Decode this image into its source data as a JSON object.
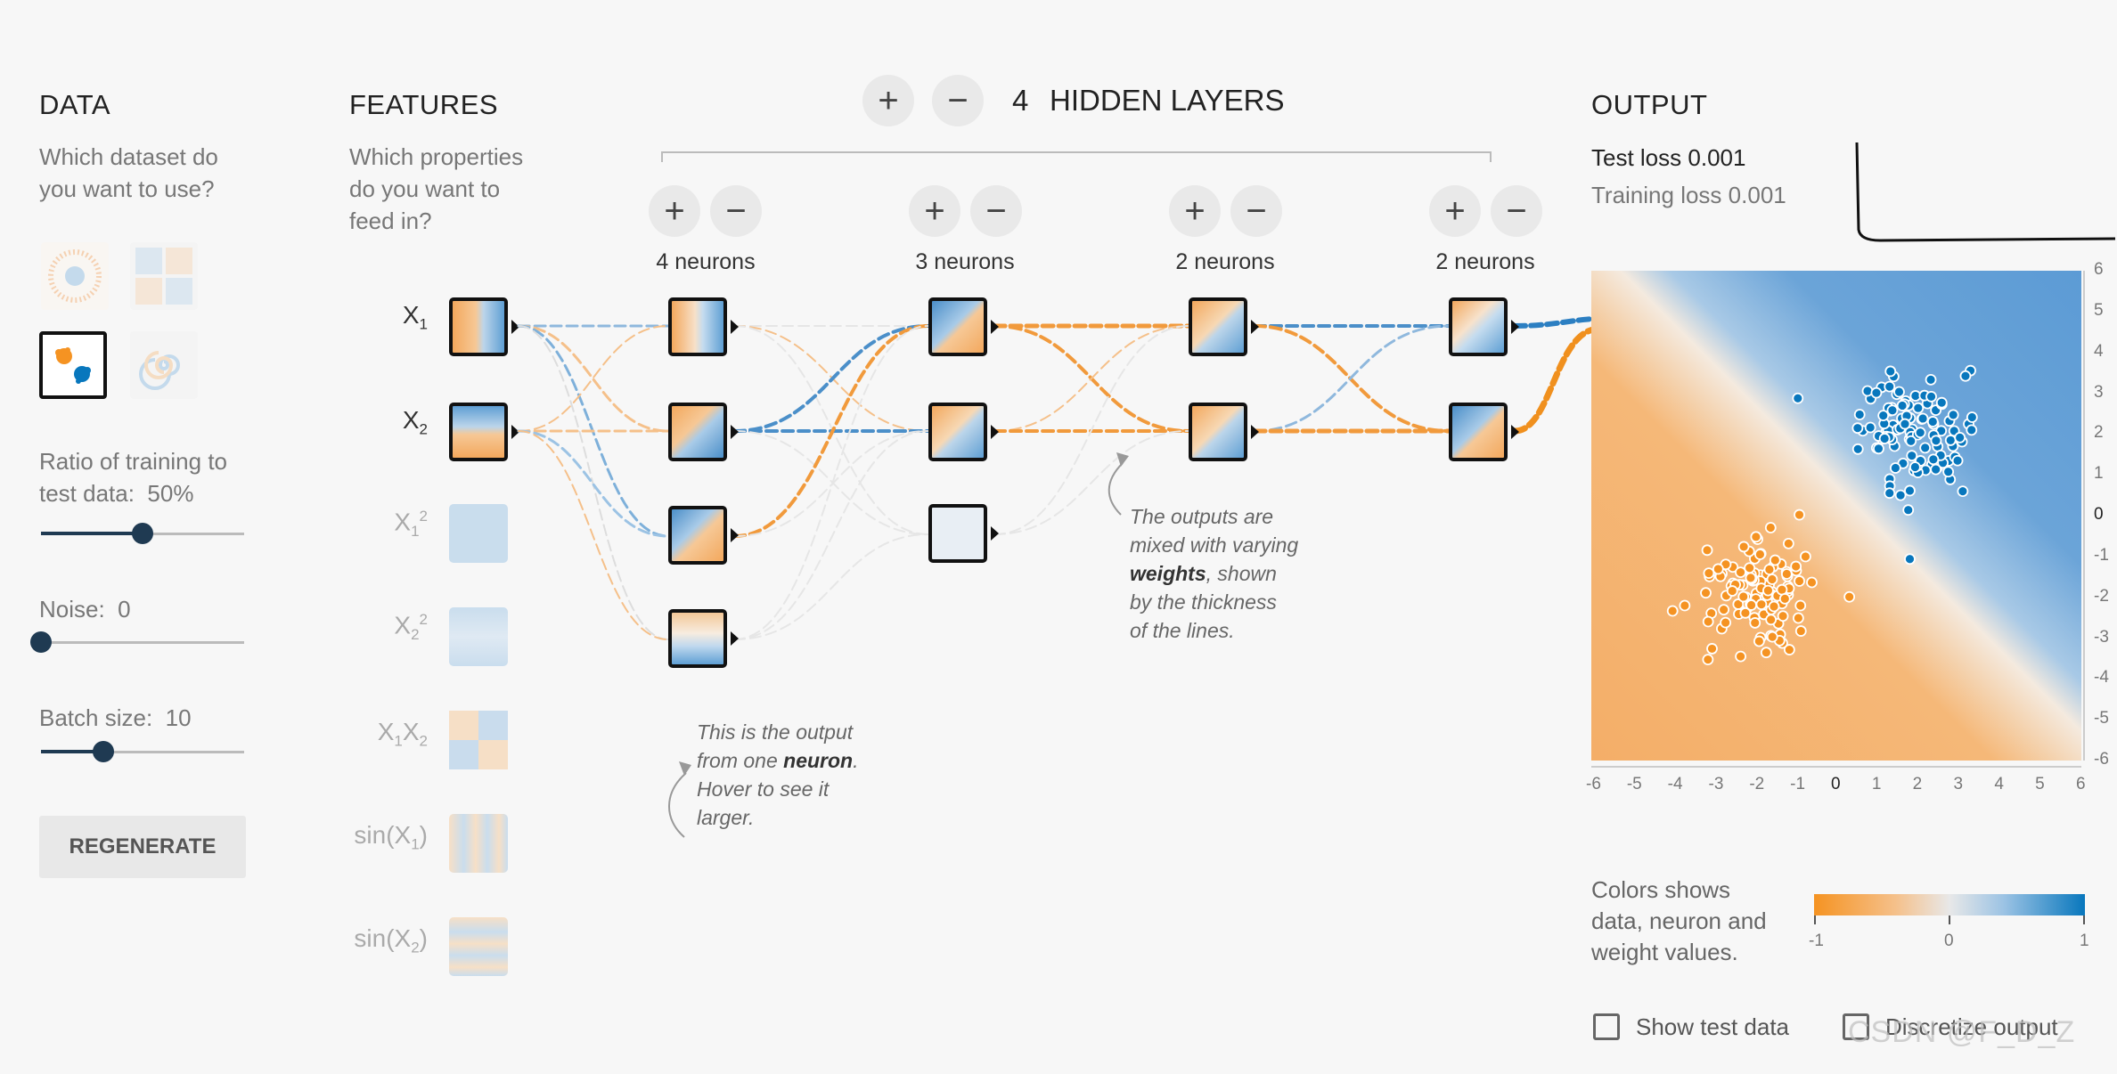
{
  "data_panel": {
    "title": "DATA",
    "question_line1": "Which dataset do",
    "question_line2": "you want to use?",
    "ratio_label": "Ratio of training to",
    "ratio_label2": "test data:",
    "ratio_value": "50%",
    "ratio_fraction": 0.5,
    "noise_label": "Noise:",
    "noise_value": "0",
    "noise_fraction": 0.0,
    "batch_label": "Batch size:",
    "batch_value": "10",
    "batch_fraction": 0.3,
    "regenerate_label": "REGENERATE"
  },
  "features_panel": {
    "title": "FEATURES",
    "question_line1": "Which properties",
    "question_line2": "do you want to",
    "question_line3": "feed in?",
    "features": [
      {
        "base": "X",
        "sub": "1",
        "sup": "",
        "tail": "",
        "active": true
      },
      {
        "base": "X",
        "sub": "2",
        "sup": "",
        "tail": "",
        "active": true
      },
      {
        "base": "X",
        "sub": "1",
        "sup": "2",
        "tail": "",
        "active": false
      },
      {
        "base": "X",
        "sub": "2",
        "sup": "2",
        "tail": "",
        "active": false
      },
      {
        "base": "X",
        "sub": "1",
        "sup": "",
        "tail": "X2",
        "active": false
      },
      {
        "base": "sin(X",
        "sub": "1",
        "sup": "",
        "tail": ")",
        "active": false
      },
      {
        "base": "sin(X",
        "sub": "2",
        "sup": "",
        "tail": ")",
        "active": false
      }
    ]
  },
  "network": {
    "hidden_layers_count": "4",
    "hidden_layers_label": "HIDDEN LAYERS",
    "layers": [
      {
        "neurons_label": "4 neurons"
      },
      {
        "neurons_label": "3 neurons"
      },
      {
        "neurons_label": "2 neurons"
      },
      {
        "neurons_label": "2 neurons"
      }
    ],
    "note_neuron": {
      "line1": "This is the output",
      "line2a": "from one ",
      "line2b": "neuron",
      "line2c": ".",
      "line3": "Hover to see it",
      "line4": "larger."
    },
    "note_weights": {
      "line1": "The outputs are",
      "line2": "mixed with varying",
      "line3a": "weights",
      "line3b": ", shown",
      "line4": "by the thickness",
      "line5": "of the lines."
    }
  },
  "output_panel": {
    "title": "OUTPUT",
    "test_loss_label": "Test loss",
    "test_loss": "0.001",
    "training_loss_label": "Training loss",
    "training_loss": "0.001",
    "y_ticks": [
      "6",
      "5",
      "4",
      "3",
      "2",
      "1",
      "0",
      "-1",
      "-2",
      "-3",
      "-4",
      "-5",
      "-6"
    ],
    "x_ticks": [
      "-6",
      "-5",
      "-4",
      "-3",
      "-2",
      "-1",
      "0",
      "1",
      "2",
      "3",
      "4",
      "5",
      "6"
    ],
    "legend_line1": "Colors shows",
    "legend_line2": "data, neuron and",
    "legend_line3": "weight values.",
    "legend_min": "-1",
    "legend_mid": "0",
    "legend_max": "1",
    "show_test_label": "Show test data",
    "discretize_label": "Discretize output"
  },
  "colors": {
    "orange": "#f59322",
    "blue": "#0877bd",
    "bg": "#f7f7f7"
  },
  "watermark": "CSDN @F_D_Z"
}
